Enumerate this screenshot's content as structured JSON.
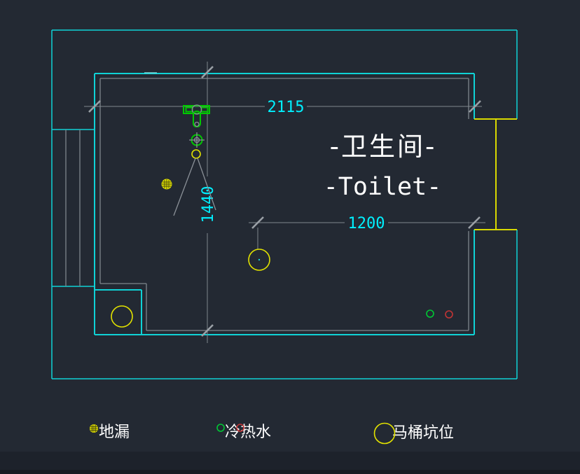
{
  "drawing": {
    "title_cn": "-卫生间-",
    "title_en": "-Toilet-",
    "dim_width": "2115",
    "dim_height": "1440",
    "dim_toilet": "1200"
  },
  "legend": {
    "items": [
      {
        "symbol": "floor-drain",
        "label": "地漏"
      },
      {
        "symbol": "cold-hot-water",
        "label": "冷热水"
      },
      {
        "symbol": "toilet-pit",
        "label": "马桶坑位"
      }
    ]
  },
  "colors": {
    "background": "#232933",
    "wall_cyan": "#0fd2d6",
    "inner_gray": "#7f868d",
    "dimension_text": "#00f0ff",
    "fixture_green": "#00c800",
    "symbol_yellow": "#e2e200",
    "hot_water_red": "#c23434",
    "cold_water_green": "#00c834",
    "door_yellow": "#d9d900",
    "title_white": "#ffffff"
  }
}
